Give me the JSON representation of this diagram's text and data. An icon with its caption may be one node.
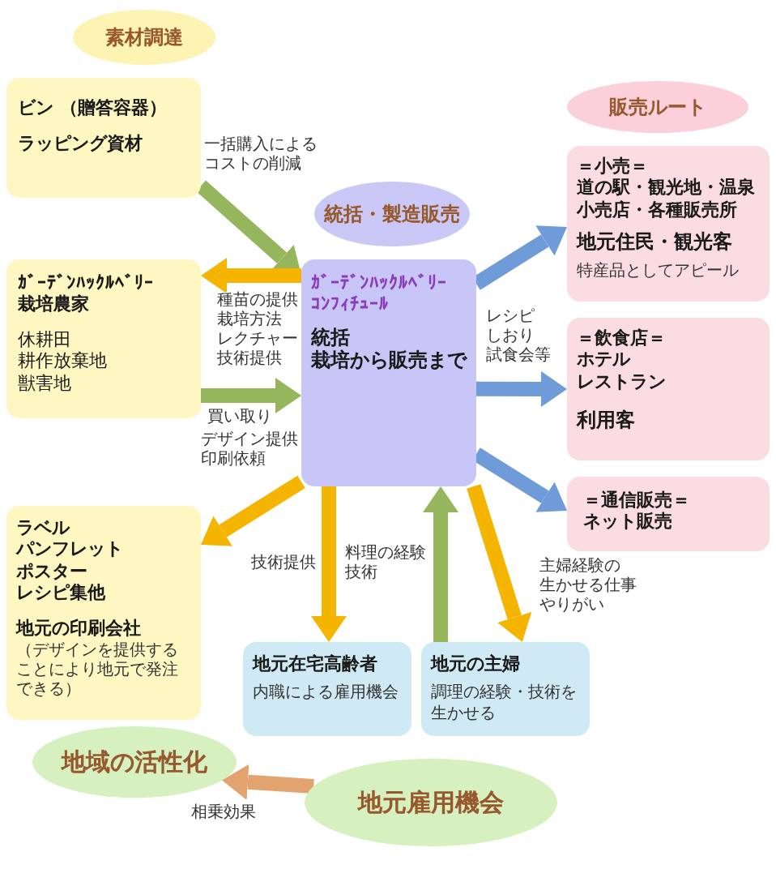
{
  "diagram": {
    "nodes": [
      {
        "text": [
          "素材調達"
        ]
      },
      {
        "text": [
          "販売ルート"
        ]
      },
      {
        "text": [
          "ビン （贈答容器）",
          "ラッピング資材"
        ]
      },
      {
        "text": [
          "統括・製造販売"
        ]
      },
      {
        "text": [
          "＝小売＝",
          "道の駅・観光地・温泉",
          "小売店・各種販売所",
          "地元住民・観光客",
          "特産品としてアピール"
        ]
      },
      {
        "text": [
          "ｶﾞｰﾃﾞﾝﾊｯｸﾙﾍﾞﾘｰ",
          "ｺﾝﾌｨﾁｭｰﾙ",
          "統括",
          "栽培から販売まで"
        ]
      },
      {
        "text": [
          "ｶﾞｰﾃﾞﾝﾊｯｸﾙﾍﾞﾘｰ",
          "栽培農家",
          "休耕田",
          "耕作放棄地",
          "獣害地"
        ]
      },
      {
        "text": [
          "＝飲食店＝",
          "ホテル",
          "レストラン",
          "利用客"
        ]
      },
      {
        "text": [
          "＝通信販売＝",
          "ネット販売"
        ]
      },
      {
        "text": [
          "ラベル",
          "パンフレット",
          "ポスター",
          "レシピ集他",
          "地元の印刷会社",
          "（デザインを提供することにより地元で発注できる）"
        ]
      },
      {
        "text": [
          "地元在宅高齢者",
          "内職による雇用機会"
        ]
      },
      {
        "text": [
          "地元の主婦",
          "調理の経験・技術を生かせる"
        ]
      },
      {
        "text": [
          "地域の活性化"
        ]
      },
      {
        "text": [
          "地元雇用機会"
        ]
      }
    ],
    "edges": [
      {
        "from": 2,
        "to": 5,
        "arrow": "to",
        "label": "一括購入によるコストの削減",
        "color": "#95b65c"
      },
      {
        "from": 5,
        "to": 6,
        "arrow": "to",
        "label": "種苗の提供栽培方法レクチャー技術提供"
      },
      {
        "from": 6,
        "to": 5,
        "arrow": "to",
        "label": "買い取り",
        "color": "#95b65c"
      },
      {
        "from": 5,
        "to": 4,
        "arrow": "to",
        "color": "#6f9bd8"
      },
      {
        "from": 5,
        "to": 7,
        "arrow": "to",
        "label": "レシピしおり試食会等",
        "color": "#6f9bd8"
      },
      {
        "from": 5,
        "to": 8,
        "arrow": "to",
        "color": "#6f9bd8"
      },
      {
        "from": 5,
        "to": 9,
        "arrow": "to",
        "label": "デザイン提供印刷依頼"
      },
      {
        "from": 5,
        "to": 10,
        "arrow": "to",
        "label": "技術提供"
      },
      {
        "from": 11,
        "to": 5,
        "arrow": "to",
        "label": "料理の経験技術",
        "color": "#95b65c"
      },
      {
        "from": 5,
        "to": 11,
        "arrow": "to",
        "label": "主婦経験の生かせる仕事やりがい"
      },
      {
        "from": 13,
        "to": 12,
        "arrow": "to",
        "label": "相乗効果",
        "color": "#e2a36e"
      }
    ]
  }
}
